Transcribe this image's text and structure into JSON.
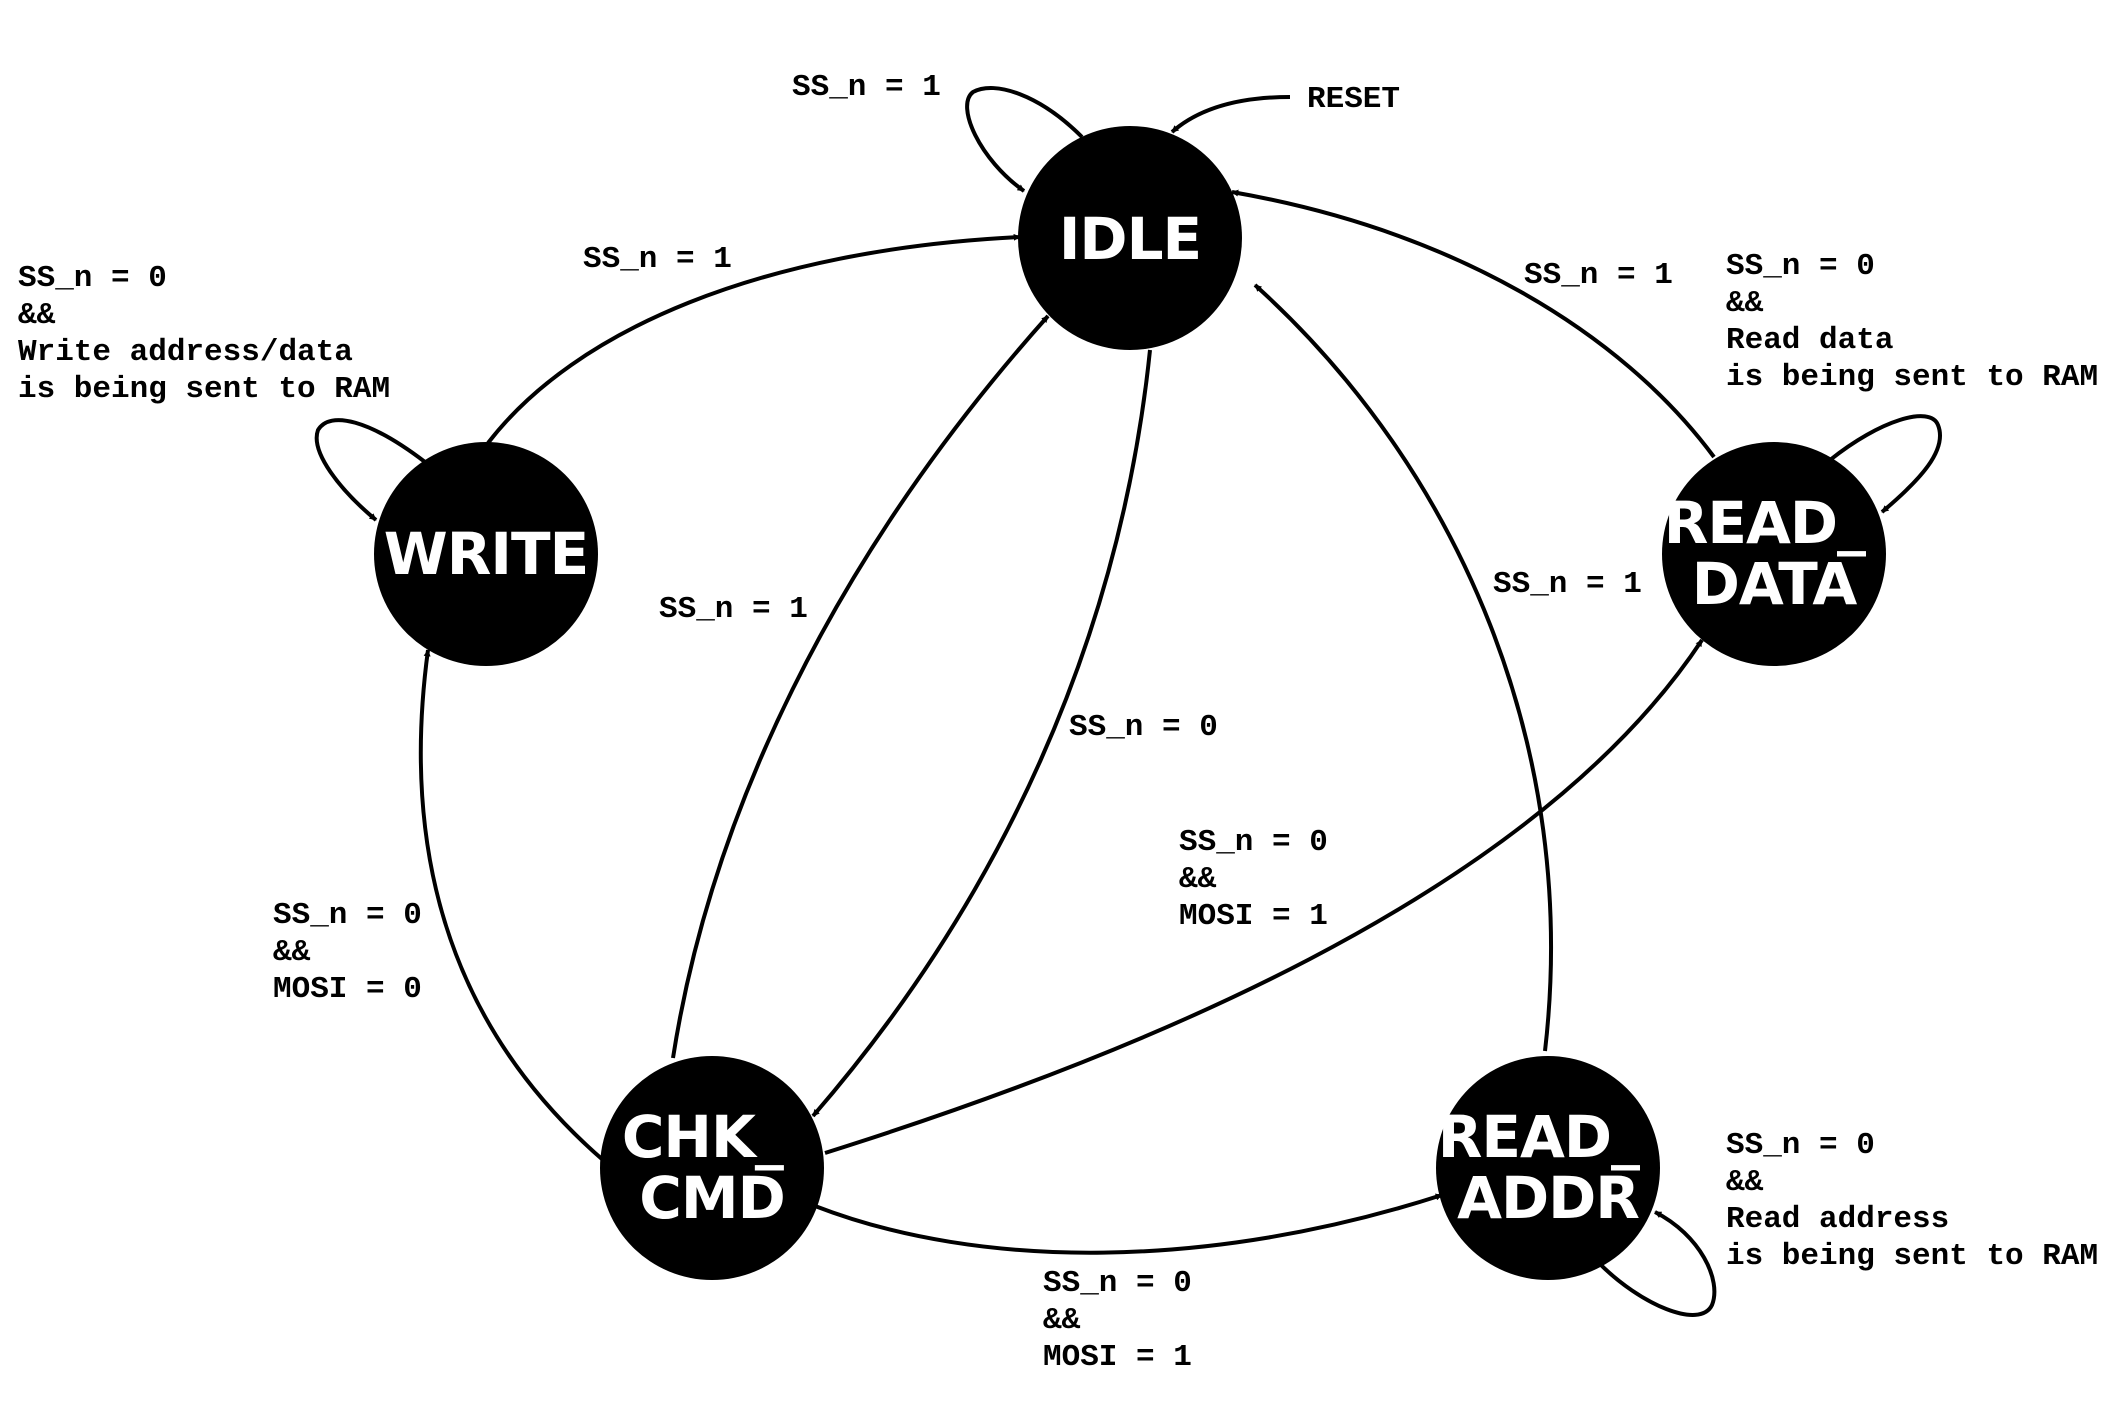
{
  "states": {
    "idle": [
      "IDLE"
    ],
    "write": [
      "WRITE"
    ],
    "read_data": [
      "READ_",
      "DATA"
    ],
    "chk_cmd": [
      "CHK_",
      "CMD"
    ],
    "read_addr": [
      "READ_",
      "ADDR"
    ]
  },
  "transitions": {
    "reset": [
      "RESET"
    ],
    "idle_self": [
      "SS_n = 1"
    ],
    "write_to_idle": [
      "SS_n = 1"
    ],
    "write_self": [
      "SS_n = 0",
      "&&",
      "Write address/data",
      "is being sent to RAM"
    ],
    "read_data_to_idle": [
      "SS_n = 1"
    ],
    "read_data_self": [
      "SS_n = 0",
      "&&",
      "Read data",
      "is being sent to RAM"
    ],
    "chk_cmd_to_idle": [
      "SS_n = 1"
    ],
    "idle_to_chk_cmd": [
      "SS_n = 0"
    ],
    "read_addr_to_idle": [
      "SS_n = 1"
    ],
    "chk_cmd_to_read_data": [
      "SS_n = 0",
      "&&",
      "MOSI = 1"
    ],
    "chk_cmd_to_write": [
      "SS_n = 0",
      "&&",
      "MOSI = 0"
    ],
    "chk_cmd_to_read_addr": [
      "SS_n = 0",
      "&&",
      "MOSI = 1"
    ],
    "read_addr_self": [
      "SS_n = 0",
      "&&",
      "Read address",
      "is being sent to RAM"
    ]
  }
}
